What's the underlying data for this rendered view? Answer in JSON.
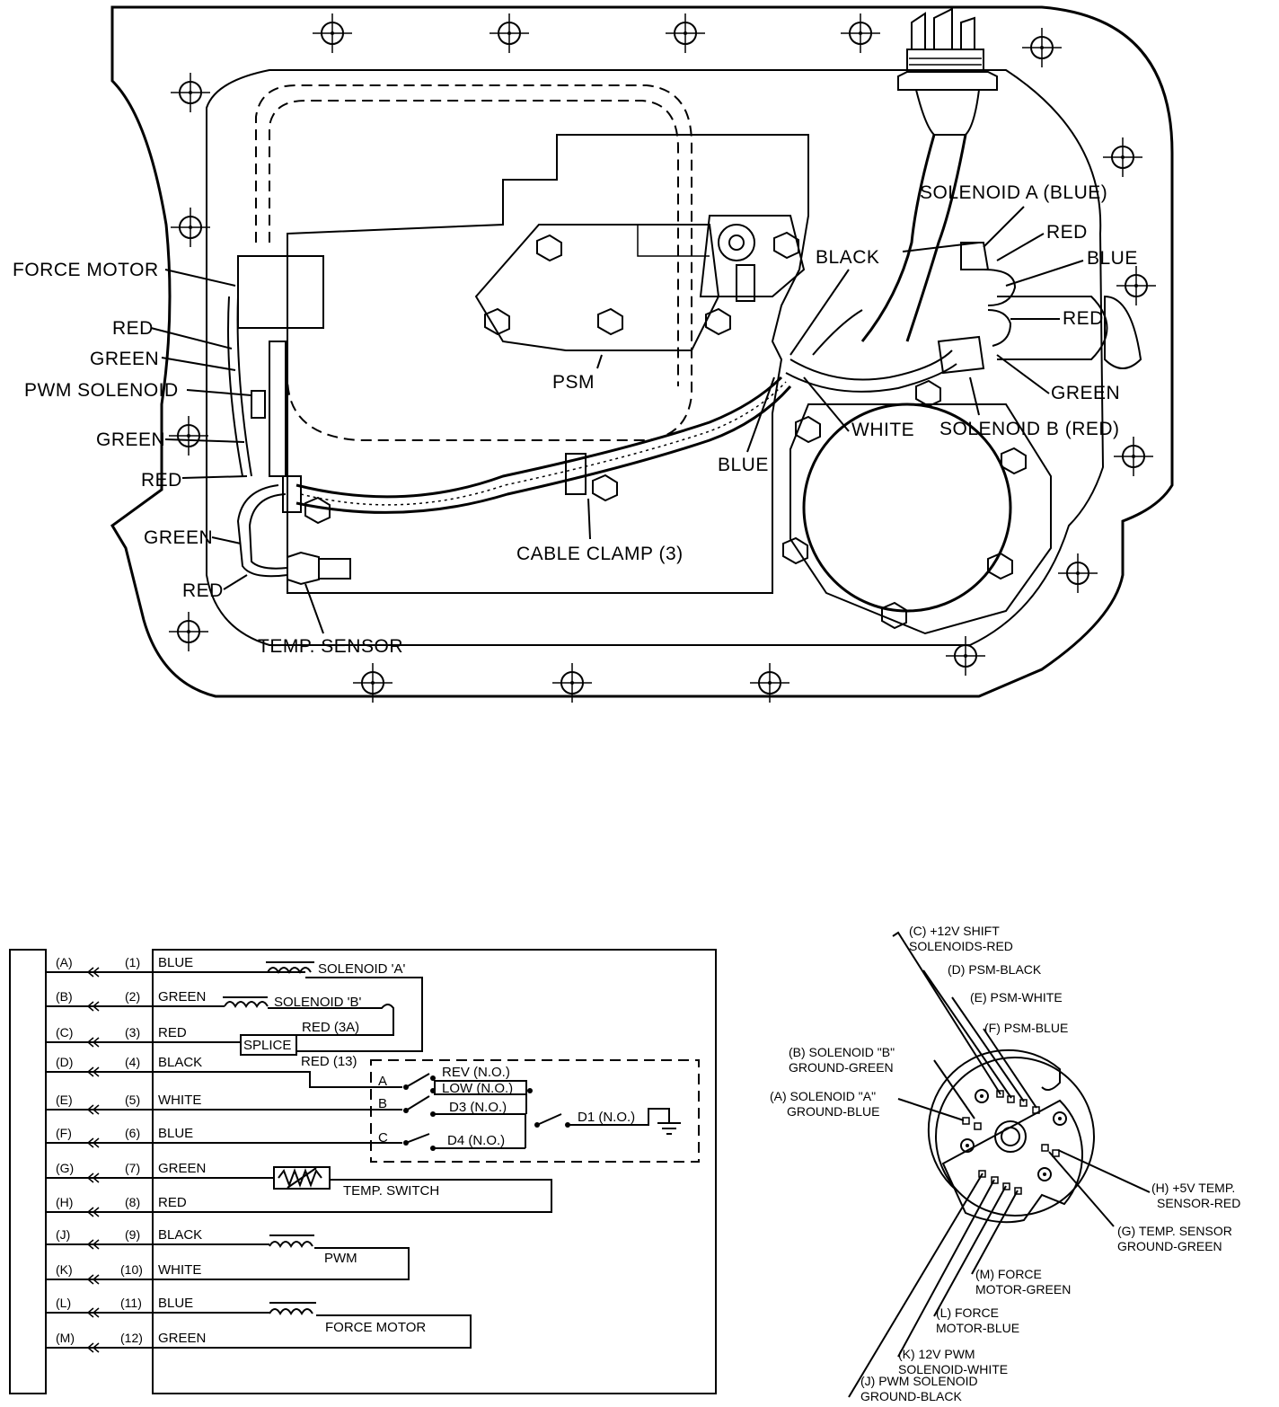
{
  "top_diagram": {
    "labels": {
      "force_motor": "FORCE MOTOR",
      "red1": "RED",
      "green1": "GREEN",
      "pwm_solenoid": "PWM SOLENOID",
      "green2": "GREEN",
      "red2": "RED",
      "green3": "GREEN",
      "red3": "RED",
      "temp_sensor": "TEMP. SENSOR",
      "psm": "PSM",
      "cable_clamp": "CABLE CLAMP (3)",
      "blue_bottom": "BLUE",
      "white": "WHITE",
      "black": "BLACK",
      "solenoid_a": "SOLENOID A (BLUE)",
      "red_a": "RED",
      "blue_a": "BLUE",
      "red_b": "RED",
      "green_b": "GREEN",
      "solenoid_b": "SOLENOID B (RED)"
    }
  },
  "schematic": {
    "rows": [
      {
        "pin": "(A)",
        "num": "(1)",
        "wire": "BLUE"
      },
      {
        "pin": "(B)",
        "num": "(2)",
        "wire": "GREEN"
      },
      {
        "pin": "(C)",
        "num": "(3)",
        "wire": "RED"
      },
      {
        "pin": "(D)",
        "num": "(4)",
        "wire": "BLACK"
      },
      {
        "pin": "(E)",
        "num": "(5)",
        "wire": "WHITE"
      },
      {
        "pin": "(F)",
        "num": "(6)",
        "wire": "BLUE"
      },
      {
        "pin": "(G)",
        "num": "(7)",
        "wire": "GREEN"
      },
      {
        "pin": "(H)",
        "num": "(8)",
        "wire": "RED"
      },
      {
        "pin": "(J)",
        "num": "(9)",
        "wire": "BLACK"
      },
      {
        "pin": "(K)",
        "num": "(10)",
        "wire": "WHITE"
      },
      {
        "pin": "(L)",
        "num": "(11)",
        "wire": "BLUE"
      },
      {
        "pin": "(M)",
        "num": "(12)",
        "wire": "GREEN"
      }
    ],
    "components": {
      "solenoid_a": "SOLENOID 'A'",
      "solenoid_b": "SOLENOID 'B'",
      "red_3a": "RED (3A)",
      "splice": "SPLICE",
      "red_13": "RED (13)",
      "temp_switch": "TEMP. SWITCH",
      "pwm": "PWM",
      "force_motor": "FORCE MOTOR"
    },
    "switches": {
      "a": "A",
      "b": "B",
      "c": "C",
      "rev": "REV (N.O.)",
      "low": "LOW (N.O.)",
      "d3": "D3 (N.O.)",
      "d4": "D4 (N.O.)",
      "d1": "D1 (N.O.)"
    }
  },
  "connector": {
    "labels": {
      "c1": "(C) +12V SHIFT",
      "c2": "SOLENOIDS-RED",
      "d": "(D) PSM-BLACK",
      "e": "(E) PSM-WHITE",
      "f": "(F) PSM-BLUE",
      "b1": "(B) SOLENOID \"B\"",
      "b2": "GROUND-GREEN",
      "a1": "(A) SOLENOID \"A\"",
      "a2": "GROUND-BLUE",
      "h1": "(H) +5V TEMP.",
      "h2": "SENSOR-RED",
      "g1": "(G) TEMP. SENSOR",
      "g2": "GROUND-GREEN",
      "m1": "(M) FORCE",
      "m2": "MOTOR-GREEN",
      "l1": "(L) FORCE",
      "l2": "MOTOR-BLUE",
      "k1": "(K) 12V PWM",
      "k2": "SOLENOID-WHITE",
      "j1": "(J) PWM SOLENOID",
      "j2": "GROUND-BLACK"
    }
  }
}
